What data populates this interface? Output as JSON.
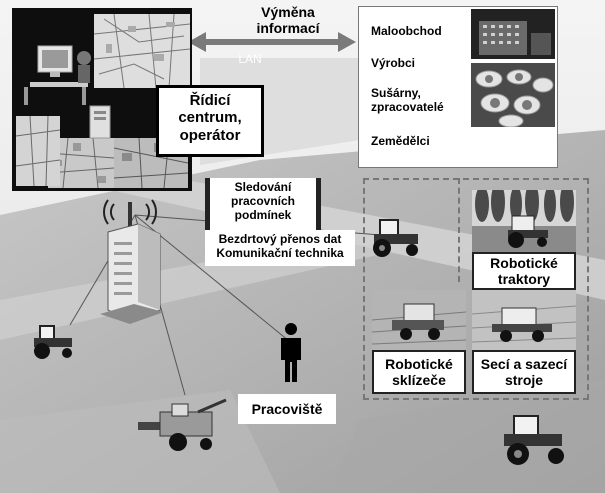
{
  "exchange_label": "Výměna\ninformací",
  "lan_label": "LAN",
  "control_center_label": "Řídicí\ncentrum,\noperátor",
  "stakeholders": [
    "Maloobchod",
    "Výrobci",
    "Sušárny,\nzpracovatelé",
    "Zemědělci"
  ],
  "monitoring_label": "Sledování\npracovních\npodmínek",
  "wireless_label": "Bezdrtový přenos dat\nKomunikační technika",
  "robot_tractors_label": "Robotické\ntraktory",
  "robot_harvesters_label": "Robotické\nsklízeče",
  "seeders_label": "Secí a sazecí\nstroje",
  "workplace_label": "Pracoviště",
  "icons": [
    "workstation-icon",
    "server-icon",
    "map-screen-icon",
    "antenna-tower-icon",
    "tractor-icon",
    "combine-harvester-icon",
    "person-icon",
    "double-arrow-icon"
  ]
}
